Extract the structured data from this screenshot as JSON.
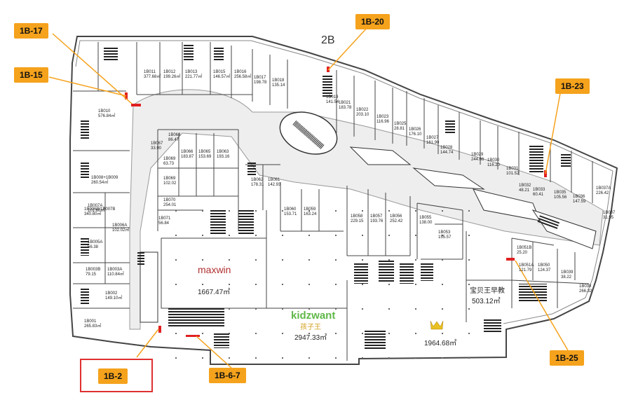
{
  "floor_label": "2B",
  "callouts": [
    {
      "id": "1B-17",
      "label": "1B-17"
    },
    {
      "id": "1B-15",
      "label": "1B-15"
    },
    {
      "id": "1B-20",
      "label": "1B-20"
    },
    {
      "id": "1B-23",
      "label": "1B-23"
    },
    {
      "id": "1B-25",
      "label": "1B-25"
    },
    {
      "id": "1B-6-7",
      "label": "1B-6-7"
    },
    {
      "id": "1B-2",
      "label": "1B-2"
    }
  ],
  "anchors": {
    "maxwin": {
      "name": "maxwin",
      "area": "1667.47㎡"
    },
    "kidzwant": {
      "name": "kidzwant",
      "subname": "孩子王",
      "area": "2947.33㎡"
    },
    "store_1964": {
      "area": "1964.68㎡"
    },
    "store_503": {
      "name": "宝贝王早教",
      "area": "503.12㎡"
    }
  },
  "units": [
    {
      "code": "1B011",
      "area": "377.68㎡"
    },
    {
      "code": "1B012",
      "area": "199.26㎡"
    },
    {
      "code": "1B013",
      "area": "221.77㎡"
    },
    {
      "code": "1B015",
      "area": "146.57㎡"
    },
    {
      "code": "1B016",
      "area": "256.58㎡"
    },
    {
      "code": "1B017",
      "area": "198.78"
    },
    {
      "code": "1B018",
      "area": "135.14"
    },
    {
      "code": "1B010",
      "area": "576.84㎡"
    },
    {
      "code": "1B008+1B009",
      "area": "260.54㎡"
    },
    {
      "code": "1B007A",
      "area": "101.60㎡"
    },
    {
      "code": "1B006B/1B007B",
      "area": "340.80㎡"
    },
    {
      "code": "1B006A",
      "area": "102.02㎡"
    },
    {
      "code": "1B005A",
      "area": "56.38"
    },
    {
      "code": "1B003B",
      "area": "79.15"
    },
    {
      "code": "1B003A",
      "area": "110.84㎡"
    },
    {
      "code": "1B002",
      "area": "149.10㎡"
    },
    {
      "code": "1B001",
      "area": "265.83㎡"
    },
    {
      "code": "1B067",
      "area": "33.90"
    },
    {
      "code": "1B068",
      "area": "86.47"
    },
    {
      "code": "1B066",
      "area": "183.87"
    },
    {
      "code": "1B065",
      "area": "153.69"
    },
    {
      "code": "1B063",
      "area": "193.16"
    },
    {
      "code": "1B069",
      "area": "63.73"
    },
    {
      "code": "1B069",
      "area": "102.02"
    },
    {
      "code": "1B070",
      "area": "254.01"
    },
    {
      "code": "1B071",
      "area": "56.84"
    },
    {
      "code": "1B062",
      "area": "178.31"
    },
    {
      "code": "1B061",
      "area": "142.93"
    },
    {
      "code": "1B060",
      "area": "153.71"
    },
    {
      "code": "1B059",
      "area": "163.24"
    },
    {
      "code": "1B058",
      "area": "229.15"
    },
    {
      "code": "1B057",
      "area": "193.76"
    },
    {
      "code": "1B056",
      "area": "252.42"
    },
    {
      "code": "1B055",
      "area": "138.00"
    },
    {
      "code": "1B053",
      "area": "155.57"
    },
    {
      "code": "1B019",
      "area": "141.54"
    },
    {
      "code": "1B021",
      "area": "183.78"
    },
    {
      "code": "1B022",
      "area": "203.10"
    },
    {
      "code": "1B023",
      "area": "116.96"
    },
    {
      "code": "1B025",
      "area": "28.81"
    },
    {
      "code": "1B026",
      "area": "176.10"
    },
    {
      "code": "1B027",
      "area": "161.90"
    },
    {
      "code": "1B028",
      "area": "144.74"
    },
    {
      "code": "1B029",
      "area": "244.66"
    },
    {
      "code": "1B030",
      "area": "116.20"
    },
    {
      "code": "1B031",
      "area": "101.52"
    },
    {
      "code": "1B032",
      "area": "48.21"
    },
    {
      "code": "1B033",
      "area": "60.41"
    },
    {
      "code": "1B035",
      "area": "105.56"
    },
    {
      "code": "1B036",
      "area": "147.59"
    },
    {
      "code": "1B037A",
      "area": "226.42"
    },
    {
      "code": "1B037",
      "area": "31.95"
    },
    {
      "code": "1B038",
      "area": "266.32"
    },
    {
      "code": "1B039",
      "area": "38.22"
    },
    {
      "code": "1B050",
      "area": "124.37"
    },
    {
      "code": "1B051A",
      "area": "121.79"
    },
    {
      "code": "1B051B",
      "area": "25.20"
    }
  ]
}
